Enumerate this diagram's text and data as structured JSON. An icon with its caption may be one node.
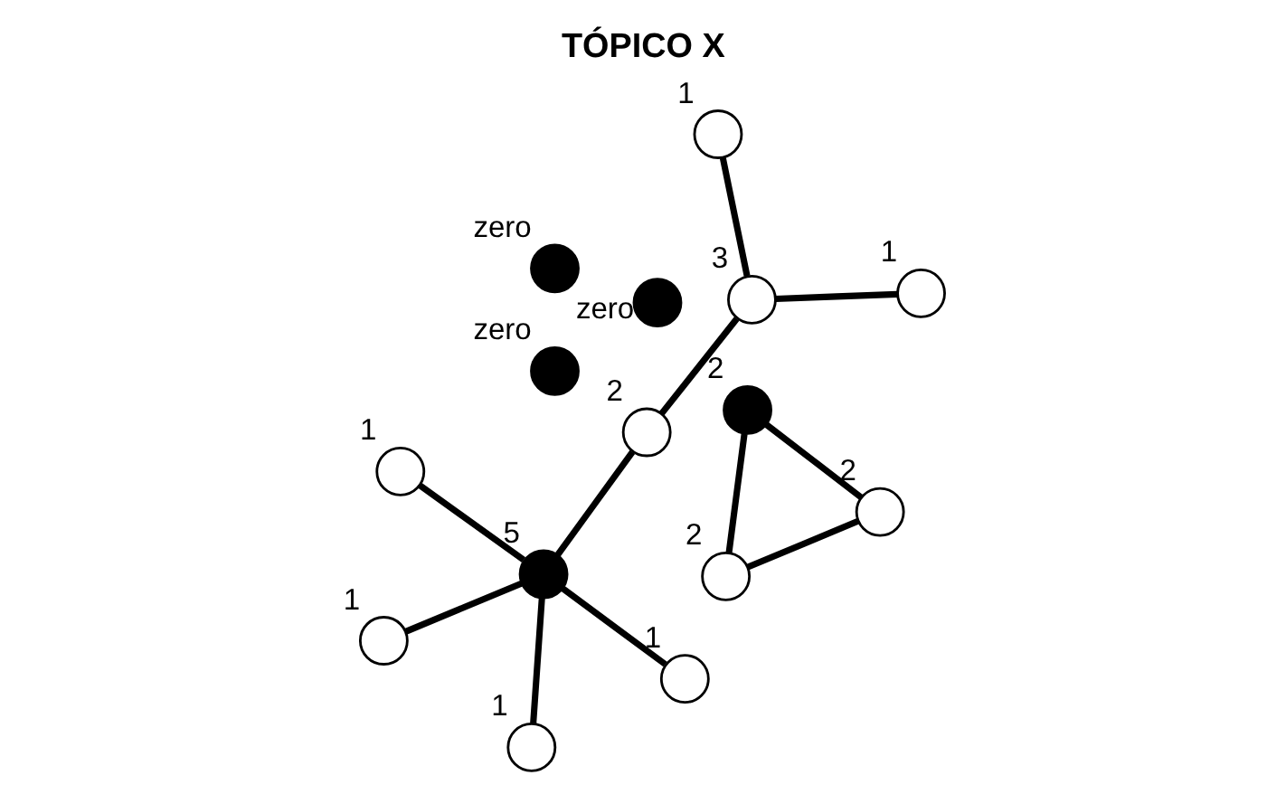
{
  "diagram": {
    "title": "TÓPICO X",
    "nodes": [
      {
        "text": [],
        "shape": "circle",
        "beside": [
          "5"
        ]
      },
      {
        "text": [],
        "shape": "circle",
        "beside": [
          "1"
        ]
      },
      {
        "text": [],
        "shape": "circle",
        "beside": [
          "1"
        ]
      },
      {
        "text": [],
        "shape": "circle",
        "beside": [
          "1"
        ]
      },
      {
        "text": [],
        "shape": "circle",
        "beside": [
          "2"
        ]
      },
      {
        "text": [],
        "shape": "circle",
        "beside": [
          "3"
        ]
      },
      {
        "text": [],
        "shape": "circle",
        "beside": [
          "1"
        ]
      },
      {
        "text": [],
        "shape": "circle",
        "beside": [
          "1"
        ]
      },
      {
        "text": [],
        "shape": "circle",
        "beside": [
          "1"
        ]
      },
      {
        "text": [],
        "shape": "circle",
        "beside": [
          "2"
        ]
      },
      {
        "text": [],
        "shape": "circle",
        "beside": [
          "2"
        ]
      },
      {
        "text": [],
        "shape": "circle",
        "beside": [
          "2"
        ]
      },
      {
        "text": [],
        "shape": "circle",
        "beside": [
          "zero"
        ]
      },
      {
        "text": [],
        "shape": "circle",
        "beside": [
          "zero"
        ]
      },
      {
        "text": [],
        "shape": "circle",
        "beside": [
          "zero"
        ]
      }
    ],
    "edges": [
      {
        "from": 1,
        "to": 0,
        "arrow": "none"
      },
      {
        "from": 0,
        "to": 2,
        "arrow": "none"
      },
      {
        "from": 3,
        "to": 0,
        "arrow": "none"
      },
      {
        "from": 0,
        "to": 4,
        "arrow": "none"
      },
      {
        "from": 0,
        "to": 7,
        "arrow": "none"
      },
      {
        "from": 4,
        "to": 5,
        "arrow": "none"
      },
      {
        "from": 5,
        "to": 6,
        "arrow": "none"
      },
      {
        "from": 5,
        "to": 8,
        "arrow": "none"
      },
      {
        "from": 9,
        "to": 10,
        "arrow": "none"
      },
      {
        "from": 9,
        "to": 11,
        "arrow": "none"
      },
      {
        "from": 10,
        "to": 11,
        "arrow": "none"
      }
    ]
  }
}
